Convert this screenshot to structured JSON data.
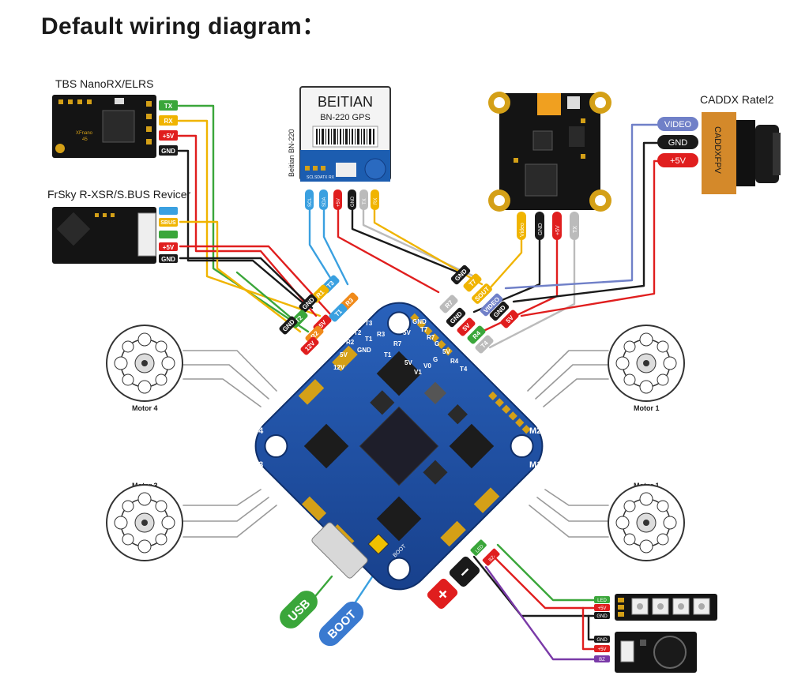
{
  "title": "Default wiring diagram：",
  "devices": {
    "tbs": "TBS NanoRX/ELRS",
    "tbs_chip": "XFnano",
    "tbs_chip2": "45",
    "frsky": "FrSky R-XSR/S.BUS Revicer",
    "gps_brand": "BEITIAN",
    "gps_model": "BN-220 GPS",
    "gps_side": "Beitian BN-220",
    "cam": "CADDX Ratel2",
    "cam_brand": "CADDXFPV"
  },
  "tbs_pins": [
    "TX",
    "RX",
    "+5V",
    "GND"
  ],
  "frsky_pins": [
    "",
    "SBUS",
    "",
    "+5V",
    "GND"
  ],
  "gps_pins": [
    "SCL",
    "SDA",
    "+5V",
    "GND",
    "TX",
    "RX"
  ],
  "gps_board_pins": [
    "SCL",
    "SDA",
    "TX",
    "RX"
  ],
  "vtx_pins": [
    "Video",
    "GND",
    "+5V",
    "TX"
  ],
  "cam_pins": [
    "VIDEO",
    "GND",
    "+5V"
  ],
  "fc_left_labels": [
    "T3",
    "R3",
    "T1",
    "R1",
    "GND",
    "5V",
    "T2",
    "R2",
    "GND",
    "12V"
  ],
  "fc_right_labels": [
    "GND",
    "T7",
    "R7",
    "SOUT",
    "VIDEO",
    "GND",
    "5V",
    "GND",
    "5V",
    "R4",
    "T4"
  ],
  "fc_pad_labels": [
    "T3",
    "R3",
    "T1",
    "T2",
    "R2",
    "GND",
    "5V",
    "R2",
    "T2",
    "12V",
    "GND",
    "5V",
    "T7",
    "R7",
    "R7",
    "G",
    "T1",
    "5V",
    "G",
    "V0",
    "V1",
    "5V",
    "R4",
    "T4"
  ],
  "motors": {
    "m4": "Motor 4",
    "m1_top": "Motor 1",
    "m3": "Motor 3",
    "m1_bottom": "Motor 1"
  },
  "motor_pads": [
    "M4",
    "M3",
    "M2",
    "M1"
  ],
  "buttons": {
    "usb": "USB",
    "boot": "BOOT"
  },
  "power": {
    "plus": "+",
    "minus": "−"
  },
  "fc_misc": {
    "led": "LED",
    "bz": "BZ",
    "bz_minus": "BZ-",
    "boot_pad": "BOOT"
  },
  "led_pins": [
    "LED",
    "+5V",
    "GND"
  ],
  "buzzer_pins": [
    "GND",
    "+5V",
    "BZ"
  ],
  "colors": {
    "blue_board": "#1d4fa3",
    "green": "#3aa63a",
    "yellow": "#f0b400",
    "red": "#e01e1e",
    "orange": "#f08a1a",
    "lightblue": "#3aa0e0",
    "purple": "#7a3aa8",
    "grey": "#bbbbbb",
    "violet": "#7080c8"
  }
}
